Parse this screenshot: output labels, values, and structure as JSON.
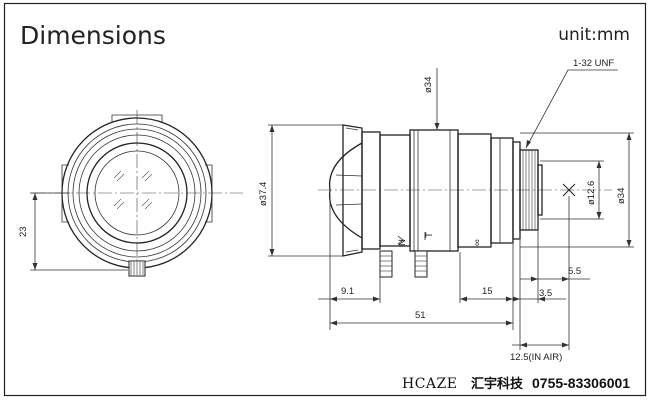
{
  "title": "Dimensions",
  "unit": "unit:mm",
  "thread_label": "1-32  UNF",
  "front_view": {
    "height_label": "23"
  },
  "side_view": {
    "diameter_top_label": "ø34",
    "diameter_left_label": "ø37.4",
    "diameter_inner_label": "ø12.6",
    "diameter_right_label": "ø34",
    "focus_mark_n": "N",
    "focus_mark_t": "T",
    "focus_mark_infinity": "∞",
    "dim_9_1": "9.1",
    "dim_15": "15",
    "dim_3_5": "3.5",
    "dim_5_5": "5.5",
    "dim_51": "51",
    "dim_12_5": "12.5(IN AIR)"
  },
  "footer": {
    "brand": "HCAZE",
    "company": "汇宇科技",
    "phone": "0755-83306001"
  }
}
